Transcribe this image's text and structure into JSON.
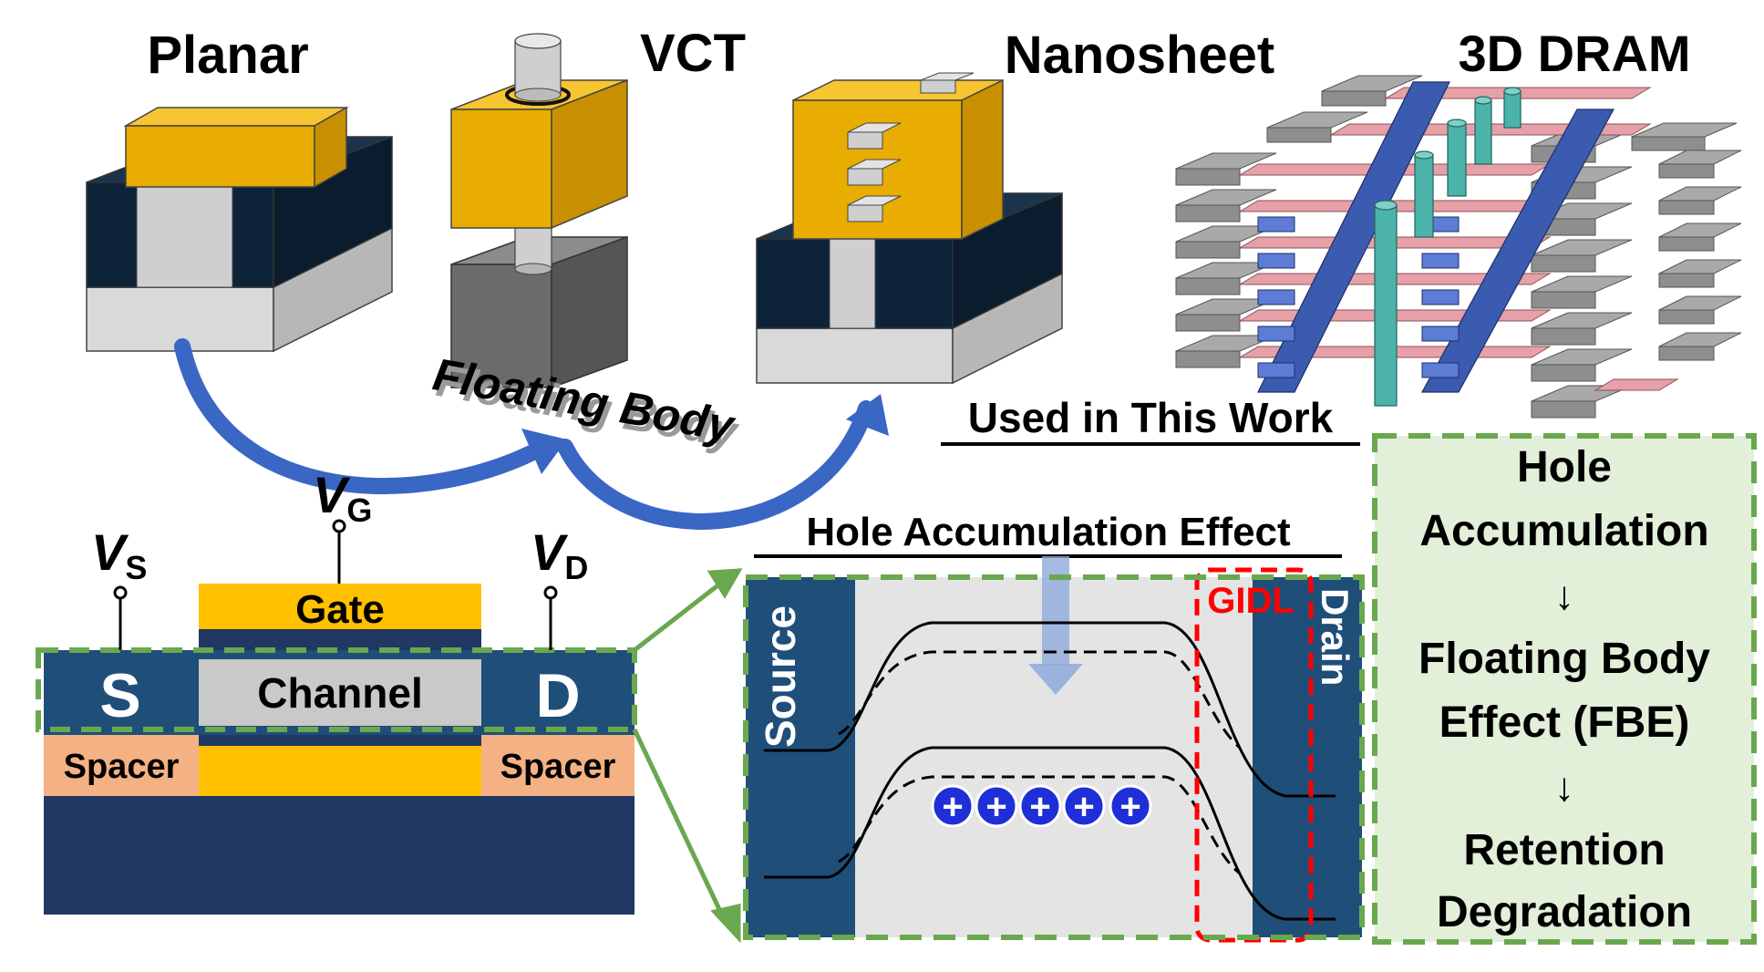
{
  "titles": {
    "planar": "Planar",
    "vct": "VCT",
    "nanosheet": "Nanosheet",
    "dram3d": "3D DRAM"
  },
  "floating_body": "Floating Body",
  "used_in_work": "Used in This Work",
  "hole_accum_effect": "Hole Accumulation Effect",
  "terminals": {
    "vg": {
      "main": "V",
      "sub": "G"
    },
    "vs": {
      "main": "V",
      "sub": "S"
    },
    "vd": {
      "main": "V",
      "sub": "D"
    }
  },
  "cross_section": {
    "gate": "Gate",
    "channel": "Channel",
    "source": "S",
    "drain": "D",
    "spacer_left": "Spacer",
    "spacer_right": "Spacer"
  },
  "band": {
    "source": "Source",
    "drain": "Drain",
    "gidl": "GIDL",
    "holes": [
      "+",
      "+",
      "+",
      "+",
      "+"
    ]
  },
  "flow": {
    "line1": "Hole",
    "line2": "Accumulation",
    "arrow1": "↓",
    "line3": "Floating Body",
    "line4": "Effect (FBE)",
    "arrow2": "↓",
    "line5": "Retention",
    "line6": "Degradation"
  },
  "colors": {
    "gold": "#f0b400",
    "navy": "#0d2438",
    "light_gray": "#d9d9d9",
    "blue_arrow": "#3a66c4",
    "green_dash": "#6aa84f",
    "gidl_red": "#ff0000",
    "substrate": "#1f3864",
    "source_drain": "#1f4e79",
    "spacer": "#f4b183",
    "teal": "#4cb3a8",
    "pink": "#e6a0a8",
    "wordline_blue": "#3b5bb0"
  }
}
